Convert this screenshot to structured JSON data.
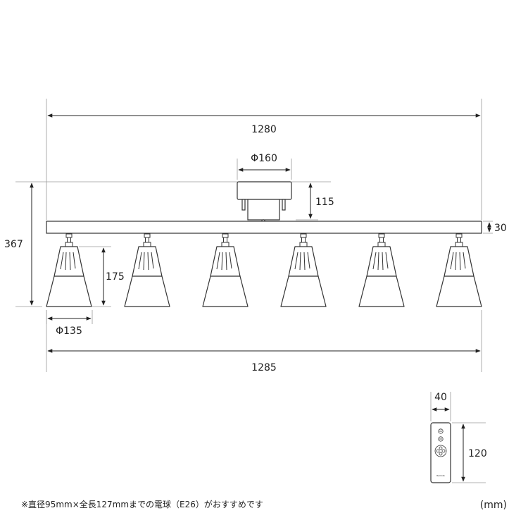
{
  "dimensions": {
    "ceiling_width": "1280",
    "base_diameter": "Φ160",
    "base_height": "115",
    "bar_thickness": "30",
    "total_height": "367",
    "shade_height": "175",
    "shade_diameter": "Φ135",
    "overall_width": "1285"
  },
  "remote": {
    "width": "40",
    "height": "120",
    "brand_text": "Remote"
  },
  "footer": {
    "note": "※直径95mm×全長127mmまでの電球（E26）がおすすめです",
    "unit": "(mm)"
  },
  "colors": {
    "line": "#333333",
    "guide": "#999999",
    "text": "#222222"
  }
}
